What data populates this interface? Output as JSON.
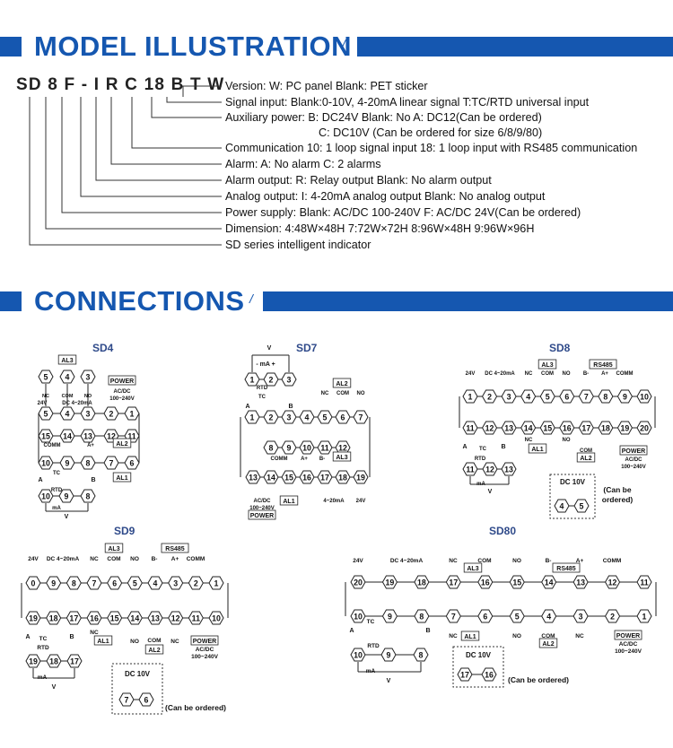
{
  "model_section": {
    "title": "MODEL ILLUSTRATION",
    "slash": "/",
    "code": "SD 8 F - I R C 18 B T W",
    "descriptions": [
      "Version: W: PC panel    Blank: PET sticker",
      "Signal input:  Blank:0-10V, 4-20mA linear signal  T:TC/RTD universal input",
      "Auxiliary power:  B: DC24V   Blank: No   A: DC12(Can be ordered)",
      "C: DC10V (Can be ordered for size 6/8/9/80)",
      "Communication 10: 1 loop signal input   18: 1 loop input with RS485 communication",
      "Alarm: A: No alarm   C: 2 alarms",
      "Alarm output:  R: Relay output   Blank: No alarm output",
      "Analog output: I: 4-20mA analog output  Blank: No analog output",
      "Power supply: Blank: AC/DC 100-240V   F: AC/DC 24V(Can be ordered)",
      "Dimension: 4:48W×48H  7:72W×72H  8:96W×48H  9:96W×96H",
      "SD series intelligent indicator"
    ]
  },
  "connections_section": {
    "title": "CONNECTIONS",
    "slash": "/",
    "diagrams": {
      "sd4": {
        "label": "SD4",
        "terms_top": [
          "5",
          "4",
          "3",
          "2",
          "1"
        ],
        "terms_mid": [
          "15",
          "14",
          "13",
          "12",
          "11"
        ],
        "terms_bot": [
          "10",
          "9",
          "8",
          "7",
          "6"
        ],
        "rtd": [
          "10",
          "9",
          "8"
        ]
      },
      "sd7": {
        "label": "SD7",
        "terms_top": [
          "1",
          "2",
          "3",
          "4",
          "5",
          "6",
          "7"
        ],
        "terms_mid": [
          "8",
          "9",
          "10",
          "11",
          "12"
        ],
        "terms_bot": [
          "13",
          "14",
          "15",
          "16",
          "17",
          "18",
          "19"
        ]
      },
      "sd8": {
        "label": "SD8",
        "terms_top": [
          "1",
          "2",
          "3",
          "4",
          "5",
          "6",
          "7",
          "8",
          "9",
          "10"
        ],
        "terms_bot": [
          "11",
          "12",
          "13",
          "14",
          "15",
          "16",
          "17",
          "18",
          "19",
          "20"
        ],
        "dc": [
          "4",
          "5"
        ]
      },
      "sd9": {
        "label": "SD9",
        "terms_top": [
          "0",
          "9",
          "8",
          "7",
          "6",
          "5",
          "4",
          "3",
          "2",
          "1"
        ],
        "terms_bot": [
          "19",
          "18",
          "17",
          "16",
          "15",
          "14",
          "13",
          "12",
          "11",
          "10"
        ],
        "dc": [
          "7",
          "6"
        ]
      },
      "sd80": {
        "label": "SD80",
        "terms_top": [
          "20",
          "19",
          "18",
          "17",
          "16",
          "15",
          "14",
          "13",
          "12",
          "11"
        ],
        "terms_bot": [
          "10",
          "9",
          "8",
          "7",
          "6",
          "5",
          "4",
          "3",
          "2",
          "1"
        ],
        "dc": [
          "17",
          "16"
        ]
      }
    },
    "labels": {
      "al1": "AL1",
      "al2": "AL2",
      "al3": "AL3",
      "rs485": "RS485",
      "power": "POWER",
      "acdc": "AC/DC",
      "range": "100~240V",
      "v24": "24V",
      "dc420": "DC 4~20mA",
      "nc": "NC",
      "com": "COM",
      "no": "NO",
      "rtd": "RTD",
      "tc": "TC",
      "ma": "mA",
      "v": "V",
      "dc10v": "DC  10V",
      "can_be": "(Can be",
      "ordered": "ordered)",
      "can_be_ordered": "(Can be ordered)",
      "a": "A",
      "b": "B",
      "aplus": "A+",
      "bminus": "B-",
      "comm": "COMM",
      "ma420": "4~20mA"
    }
  },
  "colors": {
    "brand": "#1557b0",
    "label": "#2f4a8a"
  }
}
